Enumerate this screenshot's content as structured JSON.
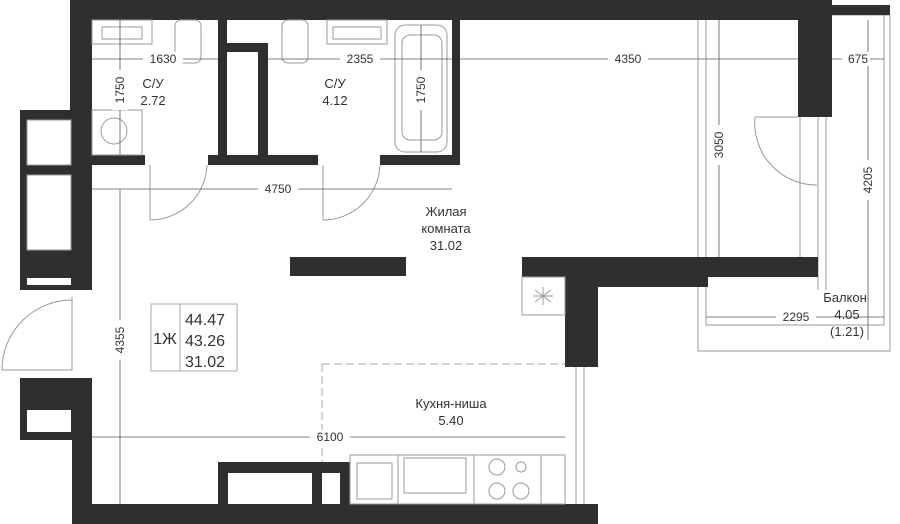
{
  "rooms": {
    "bath1": {
      "name": "С/У",
      "area": "2.72"
    },
    "bath2": {
      "name": "С/У",
      "area": "4.12"
    },
    "living": {
      "name_line1": "Жилая",
      "name_line2": "комната",
      "area": "31.02"
    },
    "kitchen": {
      "name": "Кухня-ниша",
      "area": "5.40"
    },
    "balcony": {
      "name": "Балкон",
      "area": "4.05",
      "area_reduced": "(1.21)"
    }
  },
  "dimensions": {
    "bath1_width": "1630",
    "bath1_depth": "1750",
    "bath2_width": "2355",
    "bath2_depth": "1750",
    "living_width": "4350",
    "living_depth": "3050",
    "balcony_offset": "675",
    "balcony_length": "4205",
    "balcony_width": "2295",
    "corridor_width": "4750",
    "left_height": "4355",
    "total_width": "6100"
  },
  "summary": {
    "type": "1Ж",
    "total_area": "44.47",
    "area_no_balcony": "43.26",
    "living_area": "31.02"
  },
  "colors": {
    "wall": "#2f2f2f",
    "line": "#9a9a9a"
  }
}
